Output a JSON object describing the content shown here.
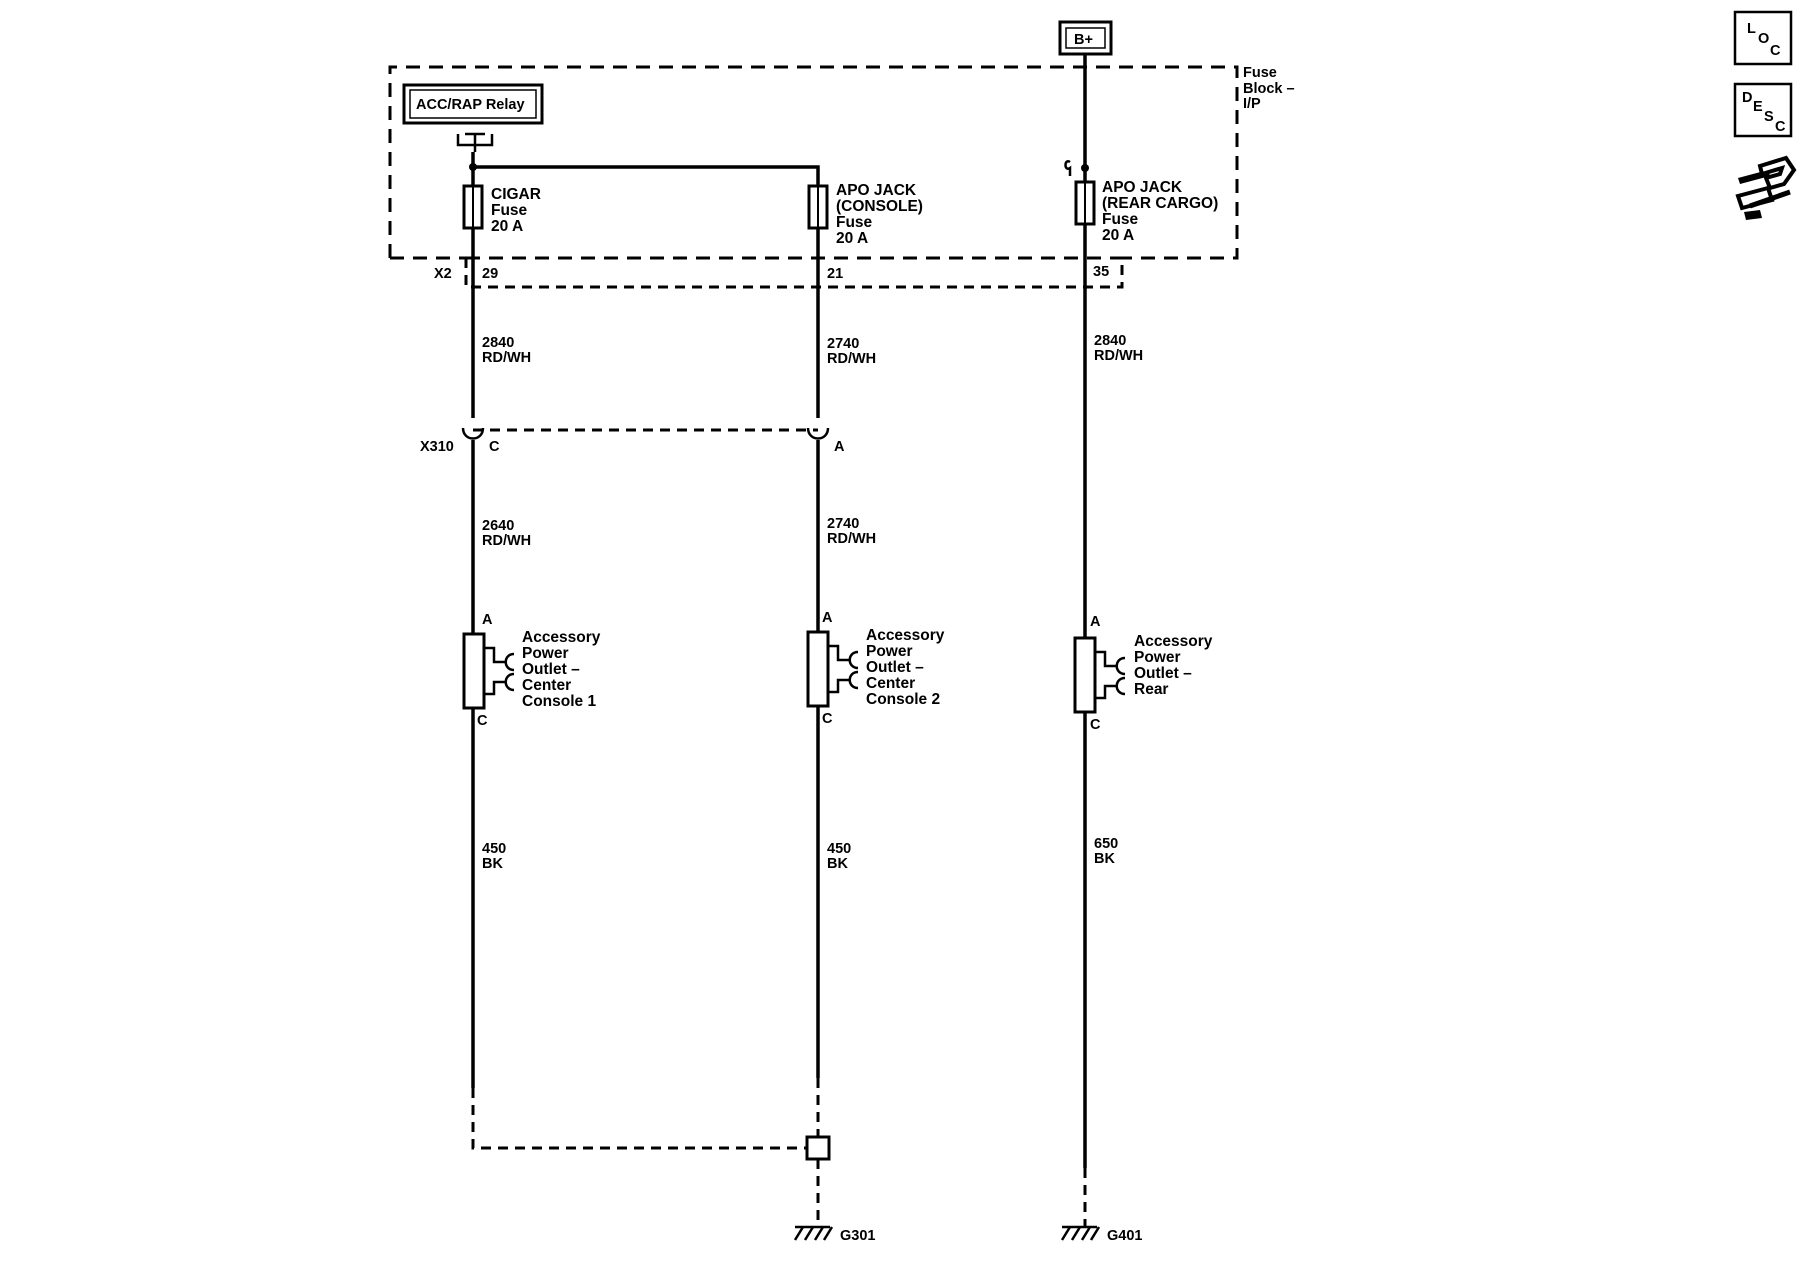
{
  "power_source": "B+",
  "fuse_block": {
    "label_lines": [
      "Fuse",
      "Block –",
      "I/P"
    ],
    "connector": "X2"
  },
  "relay": {
    "label": "ACC/RAP Relay"
  },
  "fuses": [
    {
      "lines": [
        "CIGAR",
        "Fuse",
        "20 A"
      ],
      "pin": "29"
    },
    {
      "lines": [
        "APO JACK",
        "(CONSOLE)",
        "Fuse",
        "20 A"
      ],
      "pin": "21"
    },
    {
      "lines": [
        "APO JACK",
        "(REAR CARGO)",
        "Fuse",
        "20 A"
      ],
      "pin": "35"
    }
  ],
  "wires_upper": [
    {
      "circuit": "2840",
      "color": "RD/WH"
    },
    {
      "circuit": "2740",
      "color": "RD/WH"
    },
    {
      "circuit": "2840",
      "color": "RD/WH"
    }
  ],
  "inline_connector": {
    "name": "X310",
    "pins": [
      "C",
      "A"
    ]
  },
  "wires_mid": [
    {
      "circuit": "2640",
      "color": "RD/WH"
    },
    {
      "circuit": "2740",
      "color": "RD/WH"
    }
  ],
  "outlets": [
    {
      "lines": [
        "Accessory",
        "Power",
        "Outlet –",
        "Center",
        "Console 1"
      ],
      "pin_top": "A",
      "pin_bottom": "C"
    },
    {
      "lines": [
        "Accessory",
        "Power",
        "Outlet –",
        "Center",
        "Console 2"
      ],
      "pin_top": "A",
      "pin_bottom": "C"
    },
    {
      "lines": [
        "Accessory",
        "Power",
        "Outlet –",
        "Rear"
      ],
      "pin_top": "A",
      "pin_bottom": "C"
    }
  ],
  "wires_ground": [
    {
      "circuit": "450",
      "color": "BK"
    },
    {
      "circuit": "450",
      "color": "BK"
    },
    {
      "circuit": "650",
      "color": "BK"
    }
  ],
  "grounds": [
    "G301",
    "G401"
  ],
  "nav_icons": [
    {
      "letters": [
        "L",
        "O",
        "C"
      ]
    },
    {
      "letters": [
        "D",
        "E",
        "S",
        "C"
      ]
    },
    {
      "name": "connector-tool-icon"
    }
  ]
}
